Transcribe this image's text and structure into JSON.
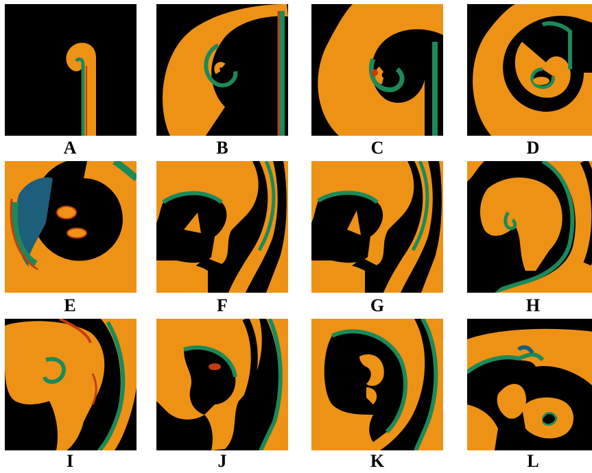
{
  "figure": {
    "panels": [
      {
        "id": "A",
        "label": "A"
      },
      {
        "id": "B",
        "label": "B"
      },
      {
        "id": "C",
        "label": "C"
      },
      {
        "id": "D",
        "label": "D"
      },
      {
        "id": "E",
        "label": "E"
      },
      {
        "id": "F",
        "label": "F"
      },
      {
        "id": "G",
        "label": "G"
      },
      {
        "id": "H",
        "label": "H"
      },
      {
        "id": "I",
        "label": "I"
      },
      {
        "id": "J",
        "label": "J"
      },
      {
        "id": "K",
        "label": "K"
      },
      {
        "id": "L",
        "label": "L"
      }
    ]
  },
  "colors": {
    "background": "#000000",
    "wave": "#ee9215",
    "wave_highlight": "#f6a637",
    "front": "#c23c12",
    "tail_green": "#1c8a58",
    "tail_blue": "#1d5e7a"
  }
}
